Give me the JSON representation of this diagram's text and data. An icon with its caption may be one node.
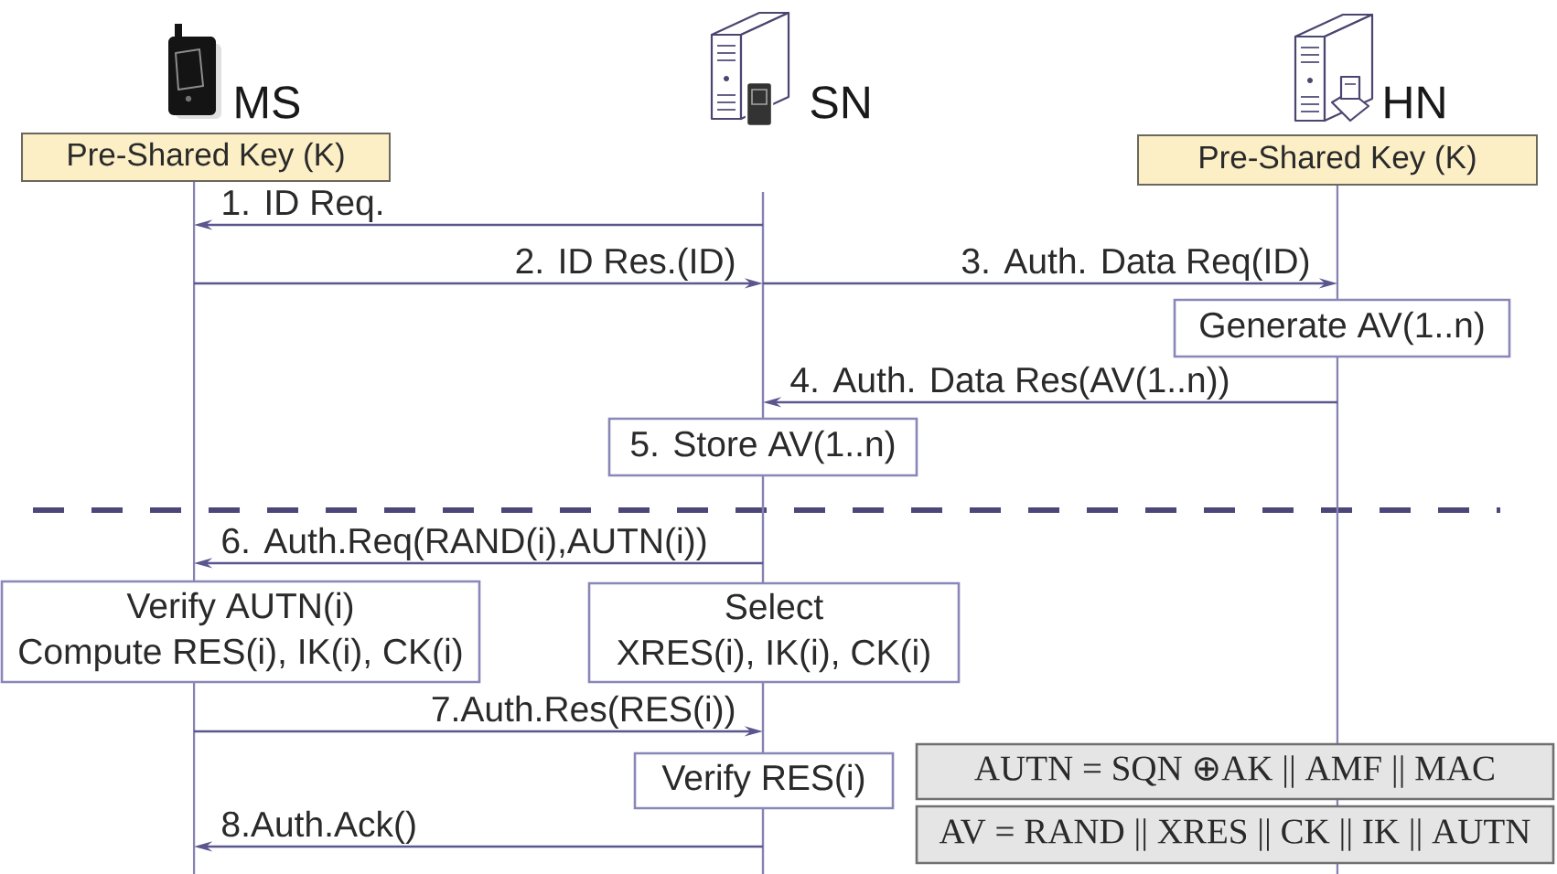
{
  "diagram": {
    "nodes": [
      {
        "text": [
          "MS"
        ]
      },
      {
        "text": [
          "SN"
        ]
      },
      {
        "text": [
          "HN"
        ]
      },
      {
        "text": [
          "Pre-Shared Key (K)"
        ]
      },
      {
        "text": [
          "Pre-Shared Key (K)"
        ]
      },
      {
        "text": [
          "Generate AV(1..n)"
        ]
      },
      {
        "text": [
          "5. Store AV(1..n)"
        ]
      },
      {
        "text": [
          "Verify AUTN(i)",
          "Compute RES(i), IK(i), CK(i)"
        ]
      },
      {
        "text": [
          "Select",
          "XRES(i), IK(i), CK(i)"
        ]
      },
      {
        "text": [
          "Verify RES(i)"
        ]
      },
      {
        "text": [
          "AUTN = SQN ⊕AK || AMF || MAC"
        ]
      },
      {
        "text": [
          "AV = RAND || XRES || CK || IK || AUTN"
        ]
      }
    ],
    "edges": [
      {
        "from": 1,
        "to": 0,
        "arrow": "to",
        "label": "1. ID Req."
      },
      {
        "from": 0,
        "to": 1,
        "arrow": "to",
        "label": "2. ID Res.(ID)"
      },
      {
        "from": 1,
        "to": 2,
        "arrow": "to",
        "label": "3. Auth. Data Req(ID)"
      },
      {
        "from": 2,
        "to": 1,
        "arrow": "to",
        "label": "4. Auth. Data Res(AV(1..n))"
      },
      {
        "from": 1,
        "to": 0,
        "arrow": "to",
        "label": "6. Auth.Req(RAND(i),AUTN(i))"
      },
      {
        "from": 0,
        "to": 1,
        "arrow": "to",
        "label": "7.Auth.Res(RES(i))"
      },
      {
        "from": 1,
        "to": 0,
        "arrow": "to",
        "label": "8.Auth.Ack()"
      }
    ]
  }
}
